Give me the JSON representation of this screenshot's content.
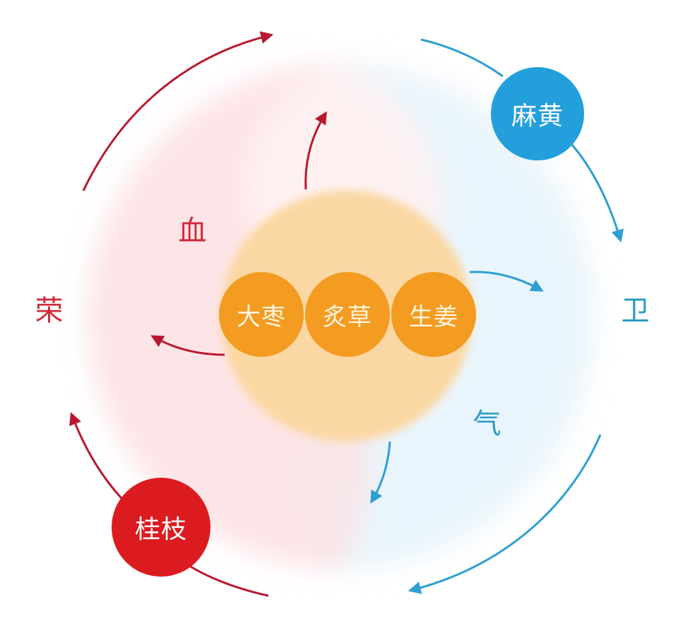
{
  "labels": {
    "ying": "荣",
    "wei": "卫",
    "xue": "血",
    "qi": "气"
  },
  "herbs": {
    "mahuang": "麻黄",
    "guizhi": "桂枝",
    "center": [
      "大枣",
      "炙草",
      "生姜"
    ]
  },
  "colors": {
    "red": "#cf2a3a",
    "blue": "#2d9bc7",
    "herb_red": "#dc1b21",
    "herb_blue": "#239fdc",
    "core_orange": "#f49b22",
    "core_disc": "#fbd8a3"
  }
}
